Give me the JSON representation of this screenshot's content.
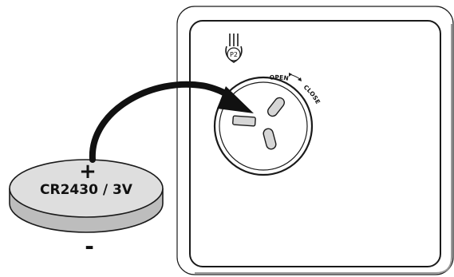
{
  "battery": {
    "label": "CR2430 / 3V",
    "positive_symbol": "+",
    "negative_symbol": "-"
  },
  "cover": {
    "tag_label": "P2",
    "open_label": "OPEN",
    "close_label": "CLOSE"
  },
  "colors": {
    "outline": "#1a1a1a",
    "battery_top": "#dedede",
    "battery_side": "#bdbdbd",
    "arrow": "#111111",
    "panel_fill": "#ffffff",
    "slot_fill": "#d6d6d6"
  },
  "icons": {
    "direction": "double-arrow-icon",
    "arrow": "curved-arrow-icon"
  }
}
